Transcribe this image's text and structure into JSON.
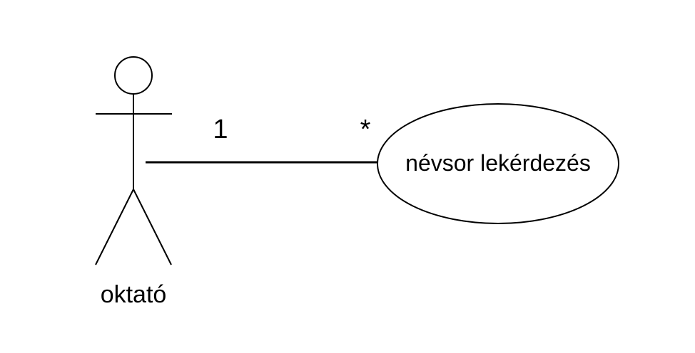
{
  "diagram": {
    "type": "use-case",
    "actor": {
      "label": "oktató"
    },
    "use_case": {
      "label": "névsor lekérdezés"
    },
    "association": {
      "actor_multiplicity": "1",
      "use_case_multiplicity": "*"
    },
    "colors": {
      "stroke": "#000000",
      "background": "#ffffff"
    }
  }
}
